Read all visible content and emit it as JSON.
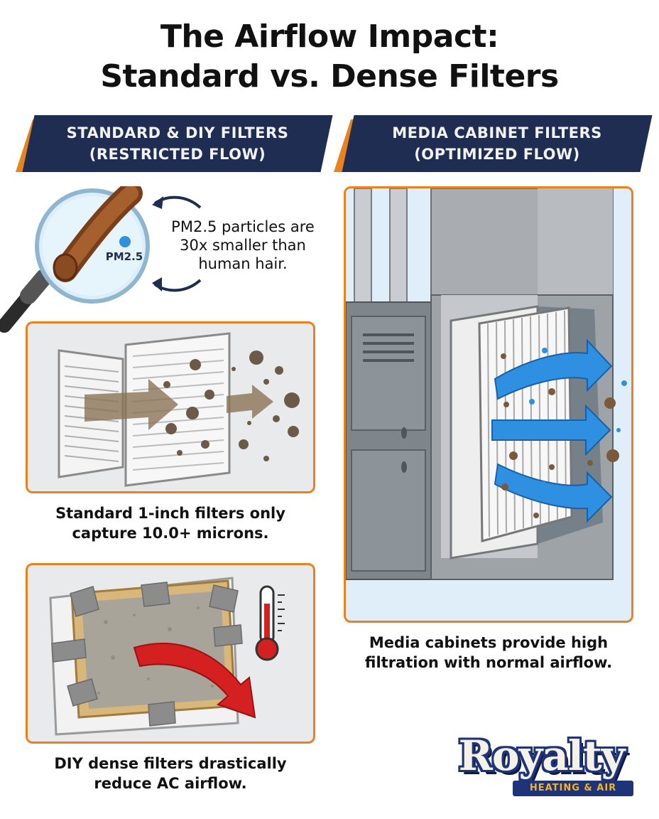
{
  "title": {
    "line1": "The Airflow Impact:",
    "line2": "Standard vs. Dense Filters"
  },
  "left_column": {
    "banner_line1": "STANDARD & DIY FILTERS",
    "banner_line2": "(RESTRICTED FLOW)",
    "magnifier_label": "PM2.5",
    "hair_note": "PM2.5 particles are 30x smaller than human hair.",
    "standard_caption": "Standard 1-inch filters only capture 10.0+ microns.",
    "diy_caption": "DIY dense filters drastically reduce AC airflow."
  },
  "right_column": {
    "banner_line1": "MEDIA CABINET FILTERS",
    "banner_line2": "(OPTIMIZED FLOW)",
    "caption": "Media cabinets provide high filtration with normal airflow."
  },
  "logo": {
    "wordmark": "Royalty",
    "tagline": "HEATING & AIR"
  },
  "colors": {
    "accent_orange": "#e7821f",
    "banner_navy": "#1f2d52",
    "airflow_blue": "#2f8fe0",
    "warning_red": "#d42020"
  },
  "icons": [
    "magnifying-glass-icon",
    "hair-strand-icon",
    "pm25-particle-icon",
    "thermometer-icon",
    "airflow-arrow-icon",
    "furnace-icon"
  ]
}
